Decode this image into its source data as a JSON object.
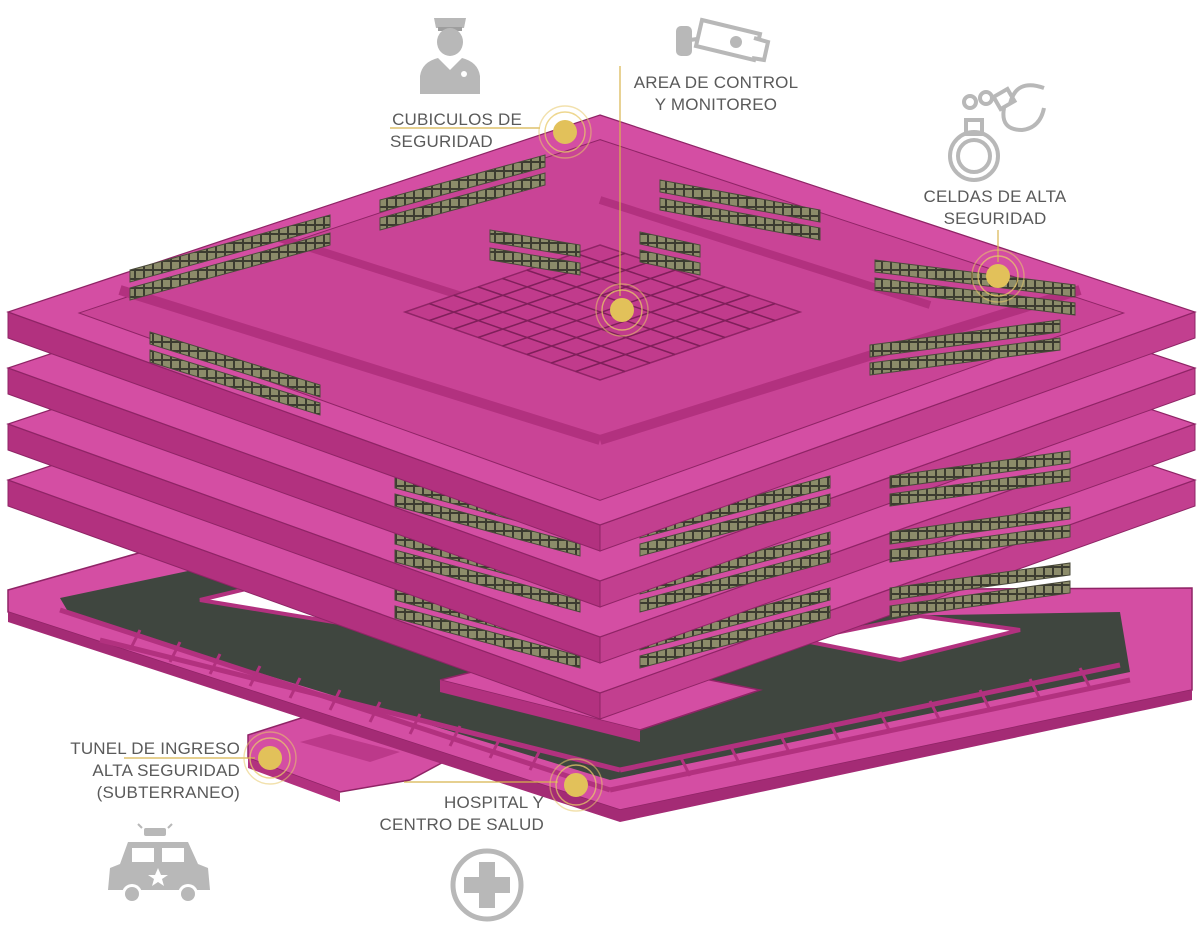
{
  "colors": {
    "slab_top": "#d44ea3",
    "slab_side": "#b2317f",
    "slab_dark": "#8f2466",
    "cells": "#8a8a6a",
    "cells_dark": "#4a4a3a",
    "basement_floor": "#3f463f",
    "marker": "#e2c15a",
    "marker_ring": "#e8c96a",
    "leader_line": "#d8b44e",
    "icon_gray": "#b8b8b8",
    "text": "#5a5a5a"
  },
  "icons": [
    "police-officer-icon",
    "security-camera-icon",
    "handcuffs-icon",
    "police-car-icon",
    "medical-cross-icon"
  ],
  "callouts": {
    "security_cubicles": {
      "line1": "CUBICULOS DE",
      "line2": "SEGURIDAD"
    },
    "control_area": {
      "line1": "AREA DE CONTROL",
      "line2": "Y MONITOREO"
    },
    "high_security_cells": {
      "line1": "CELDAS DE ALTA",
      "line2": "SEGURIDAD"
    },
    "entry_tunnel": {
      "line1": "TUNEL DE INGRESO",
      "line2": "ALTA SEGURIDAD",
      "line3": "(SUBTERRANEO)"
    },
    "hospital": {
      "line1": "HOSPITAL Y",
      "line2": "CENTRO DE SALUD"
    }
  }
}
